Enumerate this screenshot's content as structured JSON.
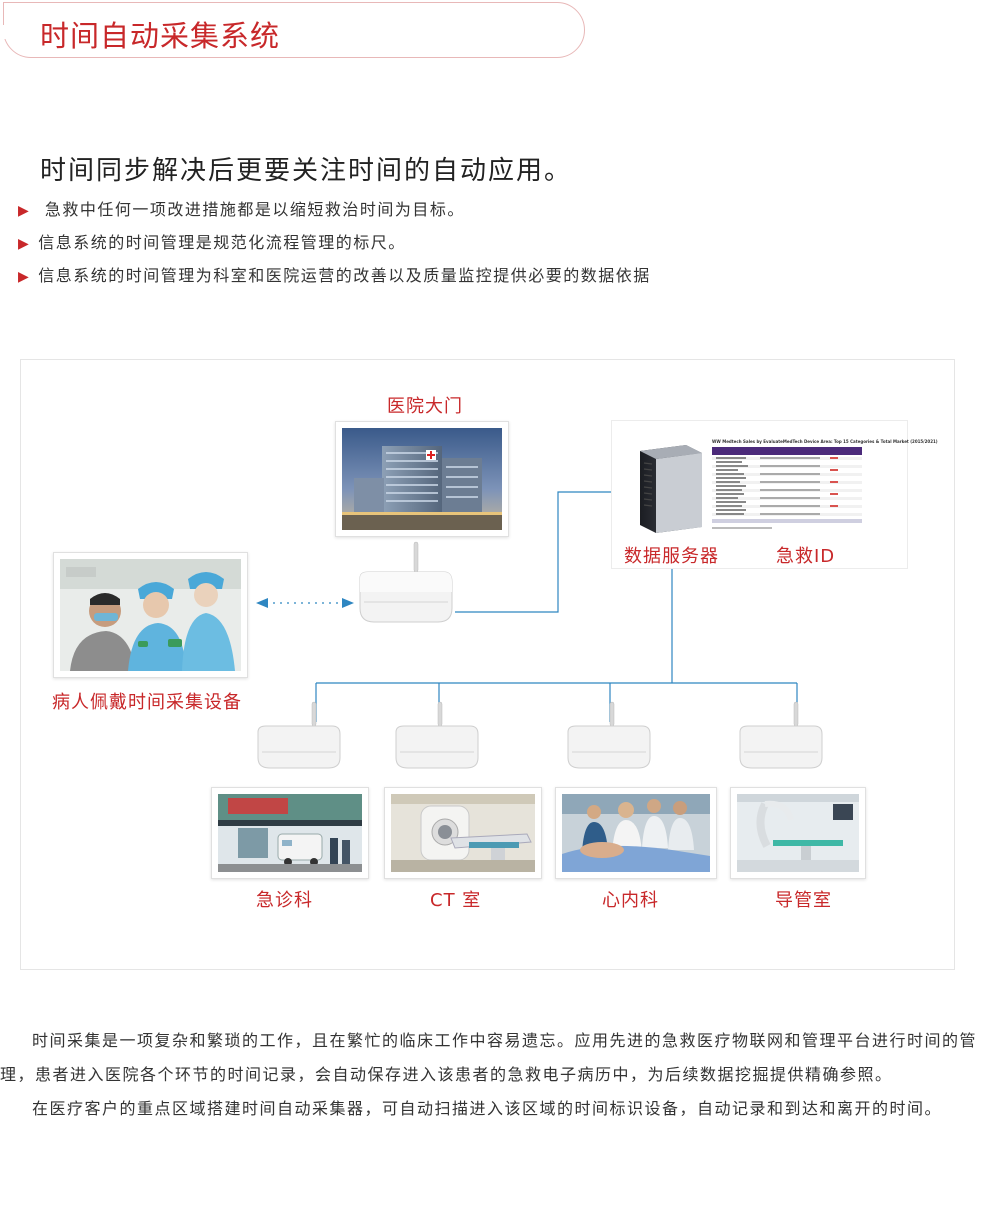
{
  "header": {
    "title": "时间自动采集系统"
  },
  "intro": {
    "lead": "时间同步解决后更要关注时间的自动应用。",
    "bullets": [
      "急救中任何一项改进措施都是以缩短救治时间为目标。",
      "信息系统的时间管理是规范化流程管理的标尺。",
      "信息系统的时间管理为科室和医院运营的改善以及质量监控提供必要的数据依据"
    ],
    "bullet_marker": "▶"
  },
  "diagram": {
    "gate_label": "医院大门",
    "wearable_label": "病人佩戴时间采集设备",
    "server_label": "数据服务器",
    "id_label": "急救ID",
    "departments": [
      "急诊科",
      "CT 室",
      "心内科",
      "导管室"
    ],
    "screenshot_title": "WW Medtech Sales by EvaluateMedTech Device Area: Top 15 Categories & Total Market (2015/2021)",
    "accent_color": "#c8282a",
    "wire_color": "#2e86c1"
  },
  "body": {
    "paragraphs": [
      "时间采集是一项复杂和繁琐的工作，且在繁忙的临床工作中容易遗忘。应用先进的急救医疗物联网和管理平台进行时间的管理，患者进入医院各个环节的时间记录，会自动保存进入该患者的急救电子病历中，为后续数据挖掘提供精确参照。",
      "在医疗客户的重点区域搭建时间自动采集器，可自动扫描进入该区域的时间标识设备，自动记录和到达和离开的时间。"
    ]
  }
}
